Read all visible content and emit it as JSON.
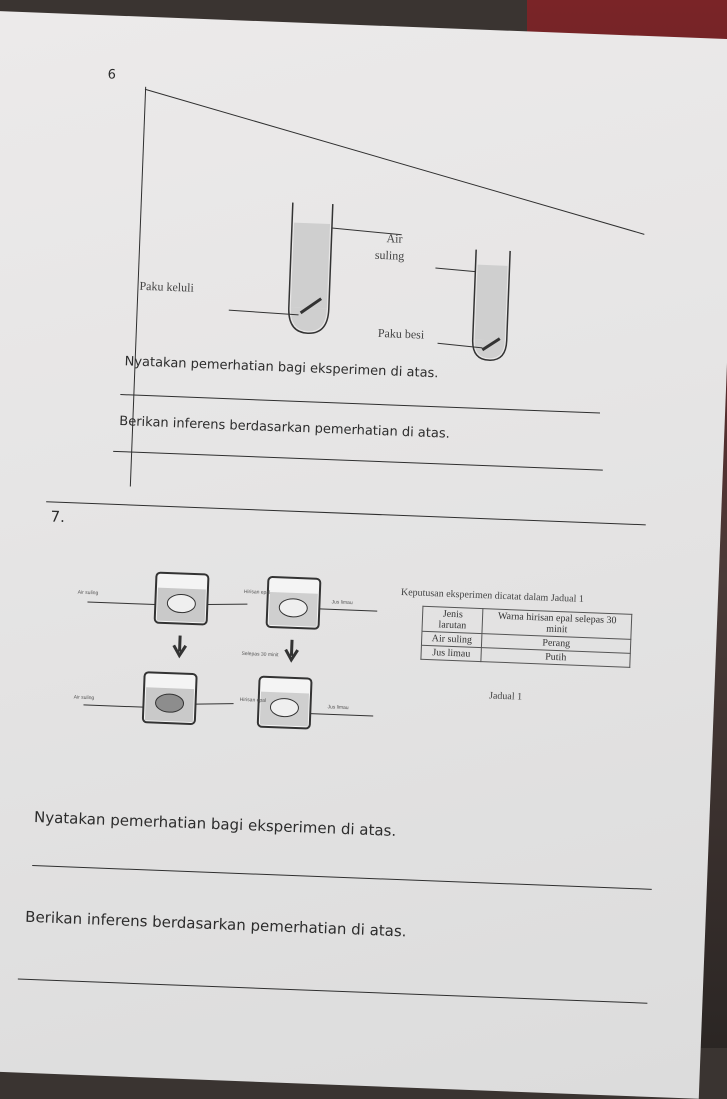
{
  "q6": {
    "number": "6",
    "labels": {
      "air_suling_1": "Air",
      "air_suling_2": "suling",
      "paku_keluli": "Paku keluli",
      "paku_besi": "Paku besi"
    },
    "statement_prompt": "Nyatakan pemerhatian bagi eksperimen di atas.",
    "inference_prompt": "Berikan inferens berdasarkan pemerhatian di atas."
  },
  "q7": {
    "number": "7.",
    "table_title": "Keputusan eksperimen dicatat dalam Jadual 1",
    "table": {
      "headers": [
        "Jenis larutan",
        "Warna hirisan epal selepas 30 minit"
      ],
      "rows": [
        [
          "Air suling",
          "Perang"
        ],
        [
          "Jus limau",
          "Putih"
        ]
      ]
    },
    "table_caption": "Jadual 1",
    "diagram_labels": {
      "air_suling": "Air suling",
      "hirisan_epal": "Hirisan epal",
      "jus_limau": "Jus limau",
      "selepas": "Selepas 30 minit"
    },
    "statement_prompt": "Nyatakan pemerhatian bagi eksperimen di atas.",
    "inference_prompt": "Berikan inferens berdasarkan pemerhatian di atas."
  }
}
